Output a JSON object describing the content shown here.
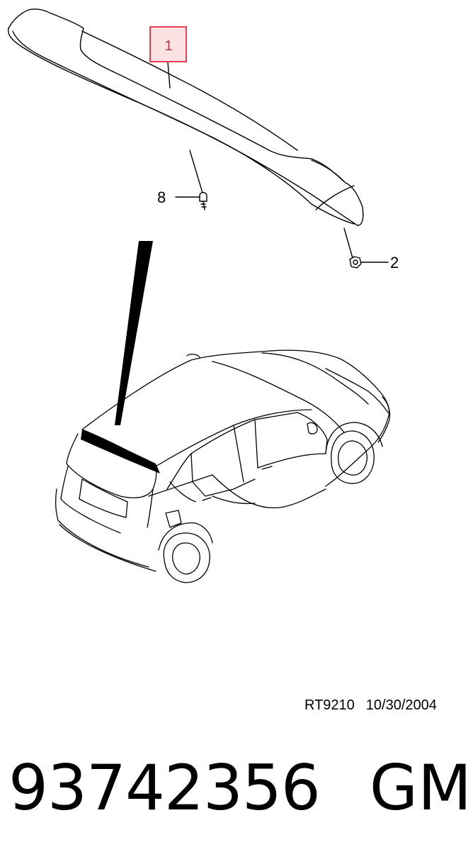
{
  "callouts": {
    "spoiler": "1",
    "nut": "2",
    "clip": "8"
  },
  "reference": {
    "code": "RT9210",
    "date": "10/30/2004"
  },
  "part": {
    "number": "93742356",
    "make": "GM"
  },
  "colors": {
    "highlight_border": "#e0404f",
    "highlight_fill": "#fde2e4",
    "line": "#000000"
  }
}
